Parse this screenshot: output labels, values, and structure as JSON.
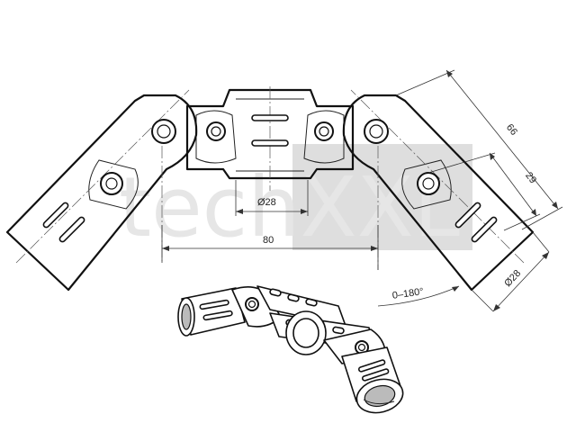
{
  "watermark": {
    "text": "techXXL"
  },
  "dimensions": {
    "bore_diameter_center": "Ø28",
    "center_distance": "80",
    "side_length": "66",
    "hole_spacing": "29",
    "bore_diameter_side": "Ø28",
    "angle_range": "0–180°"
  }
}
